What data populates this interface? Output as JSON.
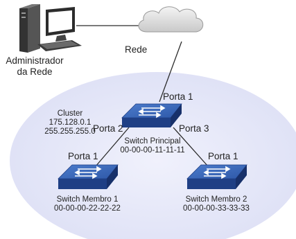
{
  "admin": {
    "label_line1": "Administrador",
    "label_line2": "da Rede"
  },
  "network": {
    "label": "Rede"
  },
  "cluster": {
    "title": "Cluster",
    "ip": "175.128.0.1",
    "mask": "255.255.255.0"
  },
  "main_switch": {
    "name": "Switch Principal",
    "mac": "00-00-00-11-11-11",
    "ports": {
      "top": "Porta 1",
      "left": "Porta 2",
      "right": "Porta 3"
    }
  },
  "member1": {
    "name": "Switch Membro 1",
    "mac": "00-00-00-22-22-22",
    "port": "Porta 1"
  },
  "member2": {
    "name": "Switch Membro 2",
    "mac": "00-00-00-33-33-33",
    "port": "Porta 1"
  },
  "colors": {
    "cluster_fill": "#e4e6f8",
    "switch_top": "#3a66b8",
    "switch_side": "#1f3f85",
    "line": "#2b2b2b"
  }
}
